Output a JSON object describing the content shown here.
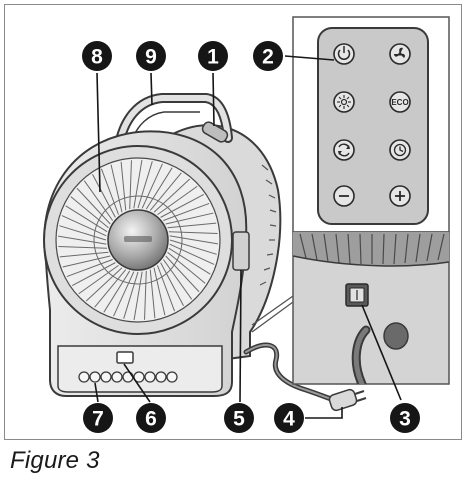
{
  "figure": {
    "caption": "Figure 3"
  },
  "callouts": [
    {
      "number": "1",
      "part": "top-control-button"
    },
    {
      "number": "2",
      "part": "remote-control"
    },
    {
      "number": "3",
      "part": "power-switch"
    },
    {
      "number": "4",
      "part": "power-plug"
    },
    {
      "number": "5",
      "part": "side-panel"
    },
    {
      "number": "6",
      "part": "display"
    },
    {
      "number": "7",
      "part": "control-panel"
    },
    {
      "number": "8",
      "part": "front-grille"
    },
    {
      "number": "9",
      "part": "carry-handle"
    }
  ],
  "remote": {
    "buttons": [
      {
        "icon": "power-icon"
      },
      {
        "icon": "fan-icon"
      },
      {
        "icon": "sun-icon"
      },
      {
        "icon": "eco-icon",
        "label": "ECO"
      },
      {
        "icon": "oscillate-icon"
      },
      {
        "icon": "timer-icon"
      },
      {
        "icon": "minus-icon"
      },
      {
        "icon": "plus-icon"
      }
    ]
  },
  "colors": {
    "callout_fill": "#161616",
    "body": "#e4e4e4",
    "outline": "#3a3a3a",
    "remote": "#c9c9c9"
  }
}
